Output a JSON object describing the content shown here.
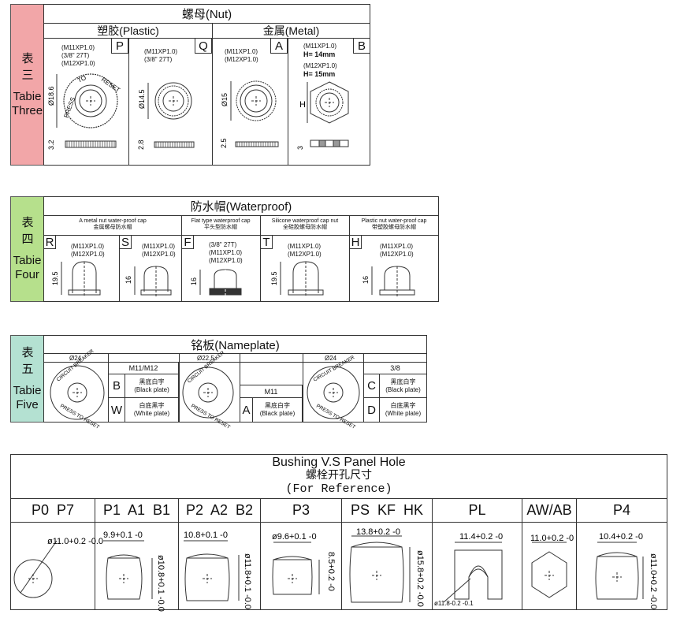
{
  "table3": {
    "side_cn": "表三",
    "side_en": "Tabie Three",
    "side_color": "#f2a6a8",
    "title": "螺母(Nut)",
    "plastic": "塑胶(Plastic)",
    "metal": "金属(Metal)",
    "cells": [
      {
        "letter": "P",
        "specs": [
          "(M11XP1.0)",
          "(3/8\" 27T)",
          "(M12XP1.0)"
        ],
        "dia": "Ø18.6",
        "thick": "3.2",
        "ring": [
          "PRESS",
          "TO",
          "RESET"
        ]
      },
      {
        "letter": "Q",
        "specs": [
          "(M11XP1.0)",
          "(3/8\" 27T)"
        ],
        "dia": "Ø14.5",
        "thick": "2.8"
      },
      {
        "letter": "A",
        "specs": [
          "(M11XP1.0)",
          "(M12XP1.0)"
        ],
        "dia": "Ø15",
        "thick": "2.5"
      },
      {
        "letter": "B",
        "specs": [
          "(M11XP1.0)",
          "H= 14mm",
          "(M12XP1.0)",
          "H= 15mm"
        ],
        "dia": "H",
        "thick": "3"
      }
    ]
  },
  "table4": {
    "side_cn": "表四",
    "side_en": "Tabie Four",
    "side_color": "#b6e08c",
    "title": "防水帽(Waterproof)",
    "groups": [
      {
        "en": "A metal nut water-proof cap",
        "cn": "金属螺母防水帽"
      },
      {
        "en": "Flat type waterproof cap",
        "cn": "平头型防水帽"
      },
      {
        "en": "Silicone waterproof cap nut",
        "cn": "全硅胶螺母防水帽"
      },
      {
        "en": "Plastic nut water-proof cap",
        "cn": "带塑胶螺母防水帽"
      }
    ],
    "cells": [
      {
        "letter": "R",
        "specs": [
          "(M11XP1.0)",
          "(M12XP1.0)"
        ],
        "h": "19.5"
      },
      {
        "letter": "S",
        "specs": [
          "(M11XP1.0)",
          "(M12XP1.0)"
        ],
        "h": "16"
      },
      {
        "letter": "F",
        "specs": [
          "(3/8\" 27T)",
          "(M11XP1.0)",
          "(M12XP1.0)"
        ],
        "h": "16"
      },
      {
        "letter": "T",
        "specs": [
          "(M11XP1.0)",
          "(M12XP1.0)"
        ],
        "h": "19.5"
      },
      {
        "letter": "H",
        "specs": [
          "(M11XP1.0)",
          "(M12XP1.0)"
        ],
        "h": "16"
      }
    ]
  },
  "table5": {
    "side_cn": "表五",
    "side_en": "Tabie Five",
    "side_color": "#b4e1d2",
    "title": "铭板(Nameplate)",
    "plate1": {
      "dia": "Ø24",
      "ring": [
        "CIRCUIT BREAKER",
        "PRESS TO RESET"
      ]
    },
    "plate2": {
      "dia": "Ø22.5",
      "ring": [
        "CIRCUIT BREAKER",
        "PRESS TO RESET"
      ]
    },
    "plate3": {
      "dia": "Ø24",
      "ring": [
        "CIRCUIT BREAKER",
        "PRESS TO RESET"
      ]
    },
    "spec1": {
      "title": "M11/M12",
      "rows": [
        {
          "letter": "B",
          "cn": "黑底白字",
          "en": "(Black plate)"
        },
        {
          "letter": "W",
          "cn": "白底黑字",
          "en": "(White plate)"
        }
      ]
    },
    "spec2": {
      "title": "M11",
      "rows": [
        {
          "letter": "A",
          "cn": "黑底白字",
          "en": "(Black plate)"
        }
      ]
    },
    "spec3": {
      "title": "3/8",
      "rows": [
        {
          "letter": "C",
          "cn": "黑底白字",
          "en": "(Black plate)"
        },
        {
          "letter": "D",
          "cn": "白底黑字",
          "en": "(White plate)"
        }
      ]
    }
  },
  "bushing": {
    "title1": "Bushing V.S Panel Hole",
    "title2": "螺栓开孔尺寸",
    "title3": "(For Reference)",
    "cols": [
      {
        "label": "P0  P7",
        "dims": [
          "ø11.0+0.2 -0.0"
        ]
      },
      {
        "label": "P1  A1  B1",
        "dims": [
          "9.9+0.1 -0",
          "ø10.8+0.1 -0.0"
        ]
      },
      {
        "label": "P2  A2  B2",
        "dims": [
          "10.8+0.1 -0",
          "ø11.8+0.1 -0.0"
        ]
      },
      {
        "label": "P3",
        "dims": [
          "ø9.6+0.1 -0",
          "8.5+0.2 -0"
        ]
      },
      {
        "label": "PS  KF  HK",
        "dims": [
          "13.8+0.2 -0",
          "ø15.8+0.2 -0.0"
        ]
      },
      {
        "label": "PL",
        "dims": [
          "11.4+0.2 -0",
          "ø11.8-0.2 -0.1"
        ]
      },
      {
        "label": "AW/AB",
        "dims": [
          "11.0+0.2 -0"
        ]
      },
      {
        "label": "P4",
        "dims": [
          "10.4+0.2 -0",
          "ø11.0+0.2 -0.0"
        ]
      }
    ]
  }
}
